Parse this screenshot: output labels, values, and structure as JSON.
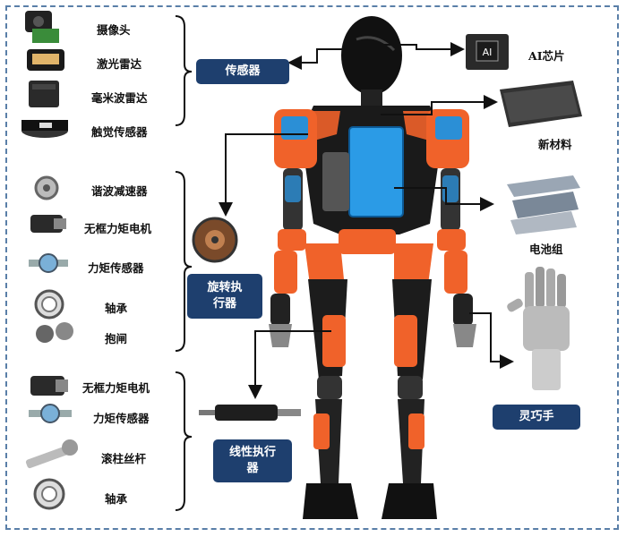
{
  "sensors": {
    "title": "传感器",
    "items": [
      "摄像头",
      "激光雷达",
      "毫米波雷达",
      "触觉传感器"
    ]
  },
  "rotary_actuator": {
    "title_line1": "旋转执",
    "title_line2": "行器",
    "items": [
      "谐波减速器",
      "无框力矩电机",
      "力矩传感器",
      "轴承",
      "抱闸"
    ]
  },
  "linear_actuator": {
    "title_line1": "线性执行",
    "title_line2": "器",
    "items": [
      "无框力矩电机",
      "力矩传感器",
      "滚柱丝杆",
      "轴承"
    ]
  },
  "right_side": {
    "ai_chip": "AI芯片",
    "ai_chip_icon_text": "AI",
    "new_material": "新材料",
    "battery": "电池组",
    "dexterous_hand": "灵巧手"
  },
  "colors": {
    "box_fill": "#1e3f6e",
    "frame_dash": "#5a7fa8",
    "robot_orange": "#f0622a",
    "robot_blue": "#2b8fd6"
  }
}
